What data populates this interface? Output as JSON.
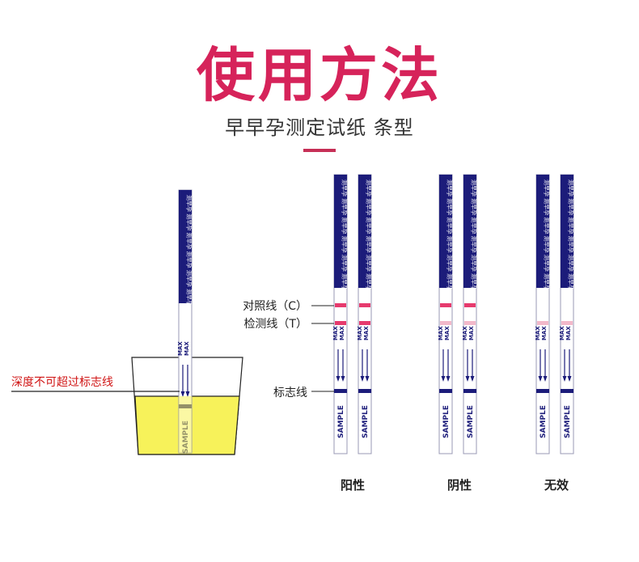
{
  "header": {
    "title": "使用方法",
    "subtitle": "早早孕测定试纸 条型"
  },
  "colors": {
    "title": "#d6235a",
    "strip_blue": "#1c1c7a",
    "line_strong": "#e63a6d",
    "line_faint": "#f2b8ca",
    "urine": "#f7f25a",
    "marker_line": "#1c1c7a",
    "depth_warning": "#d01515"
  },
  "strip": {
    "top_text": "测早孕",
    "max_text": "MAX",
    "sample_text": "SAMPLE"
  },
  "demo": {
    "depth_label": "深度不可超过标志线"
  },
  "labels": {
    "control_line": "对照线（C）",
    "test_line": "检测线（T）",
    "marker_line": "标志线"
  },
  "results": [
    {
      "name": "阳性",
      "control": "strong",
      "test": "strong"
    },
    {
      "name": "阴性",
      "control": "strong",
      "test": "faint"
    },
    {
      "name": "无效",
      "control": "none",
      "test": "faint"
    }
  ],
  "icons": [
    "arrow-down-icon",
    "cup-icon",
    "test-strip-icon"
  ]
}
